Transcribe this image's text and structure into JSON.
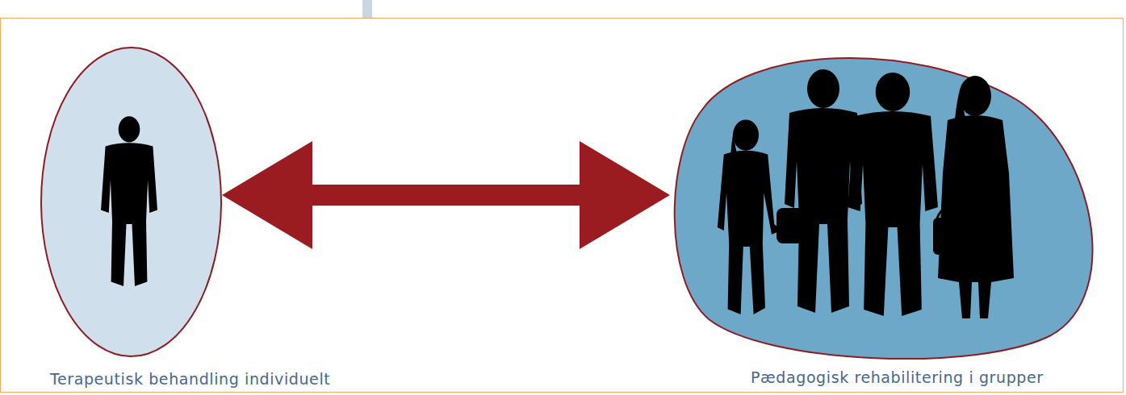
{
  "diagram": {
    "nodes": [
      {
        "text": [
          "Terapeutisk behandling individuelt"
        ]
      },
      {
        "text": [
          "Pædagogisk rehabilitering i grupper"
        ]
      }
    ],
    "edges": [
      {
        "from": 0,
        "to": 1,
        "arrow": "both"
      }
    ]
  }
}
